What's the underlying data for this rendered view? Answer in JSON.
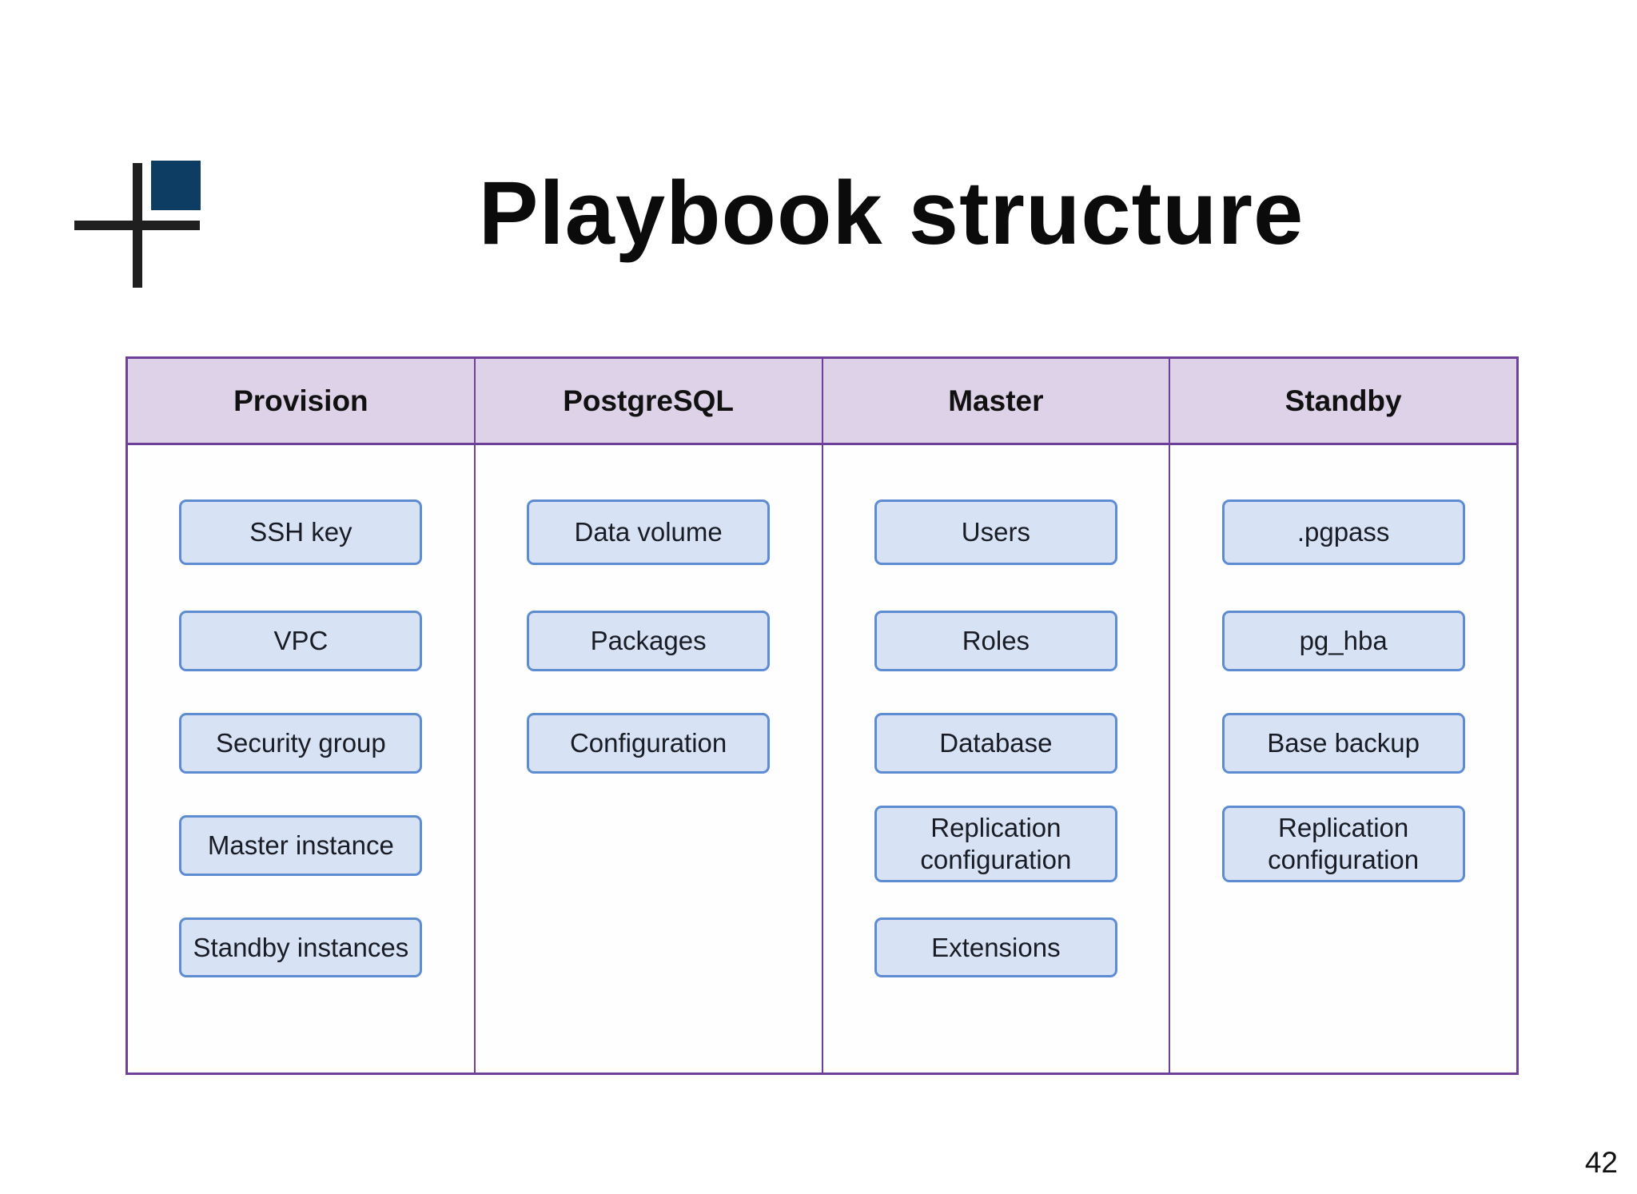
{
  "title": "Playbook structure",
  "page_number": "42",
  "colors": {
    "table_border": "#6e4098",
    "header_bg": "#ddd2e8",
    "header_text": "#111111",
    "box_bg": "#d7e3f5",
    "box_border": "#5e8cd2",
    "box_text": "#191c25",
    "logo_navy": "#0e3d63",
    "logo_black": "#1f1f1f",
    "title_color": "#0b0b0b"
  },
  "columns": [
    {
      "header": "Provision",
      "items": [
        "SSH key",
        "VPC",
        "Security group",
        "Master instance",
        "Standby instances"
      ]
    },
    {
      "header": "PostgreSQL",
      "items": [
        "Data volume",
        "Packages",
        "Configuration"
      ]
    },
    {
      "header": "Master",
      "items": [
        "Users",
        "Roles",
        "Database",
        "Replication configuration",
        "Extensions"
      ]
    },
    {
      "header": "Standby",
      "items": [
        ".pgpass",
        "pg_hba",
        "Base backup",
        "Replication configuration"
      ]
    }
  ]
}
